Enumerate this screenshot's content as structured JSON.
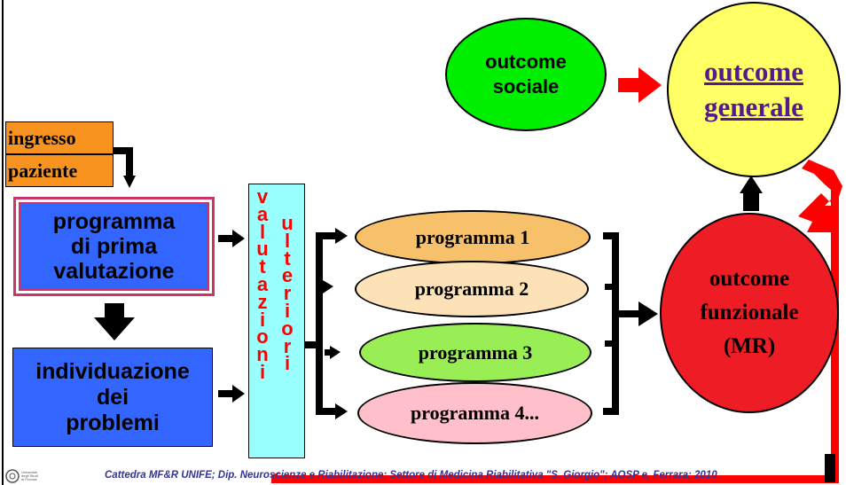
{
  "nodes": {
    "outcome_sociale": "outcome\nsociale",
    "outcome_generale_line1": "outcome",
    "outcome_generale_line2": "generale",
    "ingresso_paziente_line1": "ingresso",
    "ingresso_paziente_line2": "paziente",
    "programma_prima_valutazione": "programma\ndi prima\nvalutazione",
    "individuazione_problemi": "individuazione\ndei\nproblemi",
    "programma_1": "programma 1",
    "programma_2": "programma 2",
    "programma_3": "programma 3",
    "programma_4": "programma 4...",
    "outcome_funzionale": "outcome\nfunzionale\n(MR)"
  },
  "vertical_labels": {
    "valutazioni": [
      "v",
      "a",
      "l",
      "u",
      "t",
      "a",
      "z",
      "i",
      "o",
      "n",
      "i"
    ],
    "ulteriori": [
      "u",
      "l",
      "t",
      "e",
      "r",
      "i",
      "o",
      "r",
      "i"
    ]
  },
  "footer": {
    "text": "Cattedra MF&R UNIFE; Dip. Neuroscienze e Riabilitazione; Settore di Medicina Riabilitativa \"S. Giorgio\"; AOSP e, Ferrara; 2010",
    "logo_caption": "Università\ndegli Studi\ndi Ferrara"
  },
  "colors": {
    "orange": "#f7931e",
    "blue": "#3366ff",
    "cyan": "#99ffff",
    "green": "#00ee00",
    "yellow": "#ffff66",
    "red_node": "#ee1c25",
    "prog1": "#f7c06b",
    "prog2": "#fde2b8",
    "prog3": "#99ee55",
    "prog4": "#ffc0cb",
    "link": "#551a8b",
    "red_arrow": "#ff0000"
  }
}
